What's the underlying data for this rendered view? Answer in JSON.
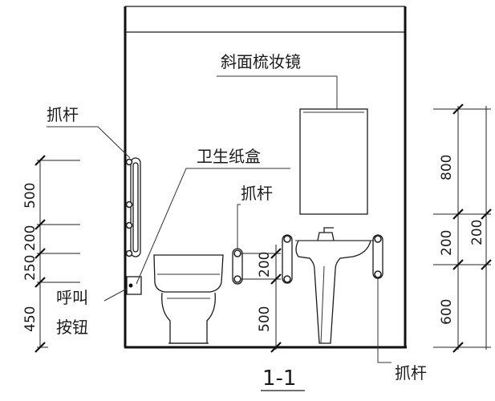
{
  "labels": {
    "mirror": "斜面梳妆镜",
    "grab_bar_left": "抓杆",
    "paper_box": "卫生纸盒",
    "grab_bar_mid": "抓杆",
    "call_button_line1": "呼叫",
    "call_button_line2": "按钮",
    "grab_bar_bottom": "抓杆",
    "section_label": "1-1"
  },
  "dimensions": {
    "left": [
      "500",
      "200",
      "250",
      "450"
    ],
    "mid": [
      "200",
      "500"
    ],
    "right": [
      "800",
      "200",
      "600"
    ],
    "right_total": "200"
  }
}
